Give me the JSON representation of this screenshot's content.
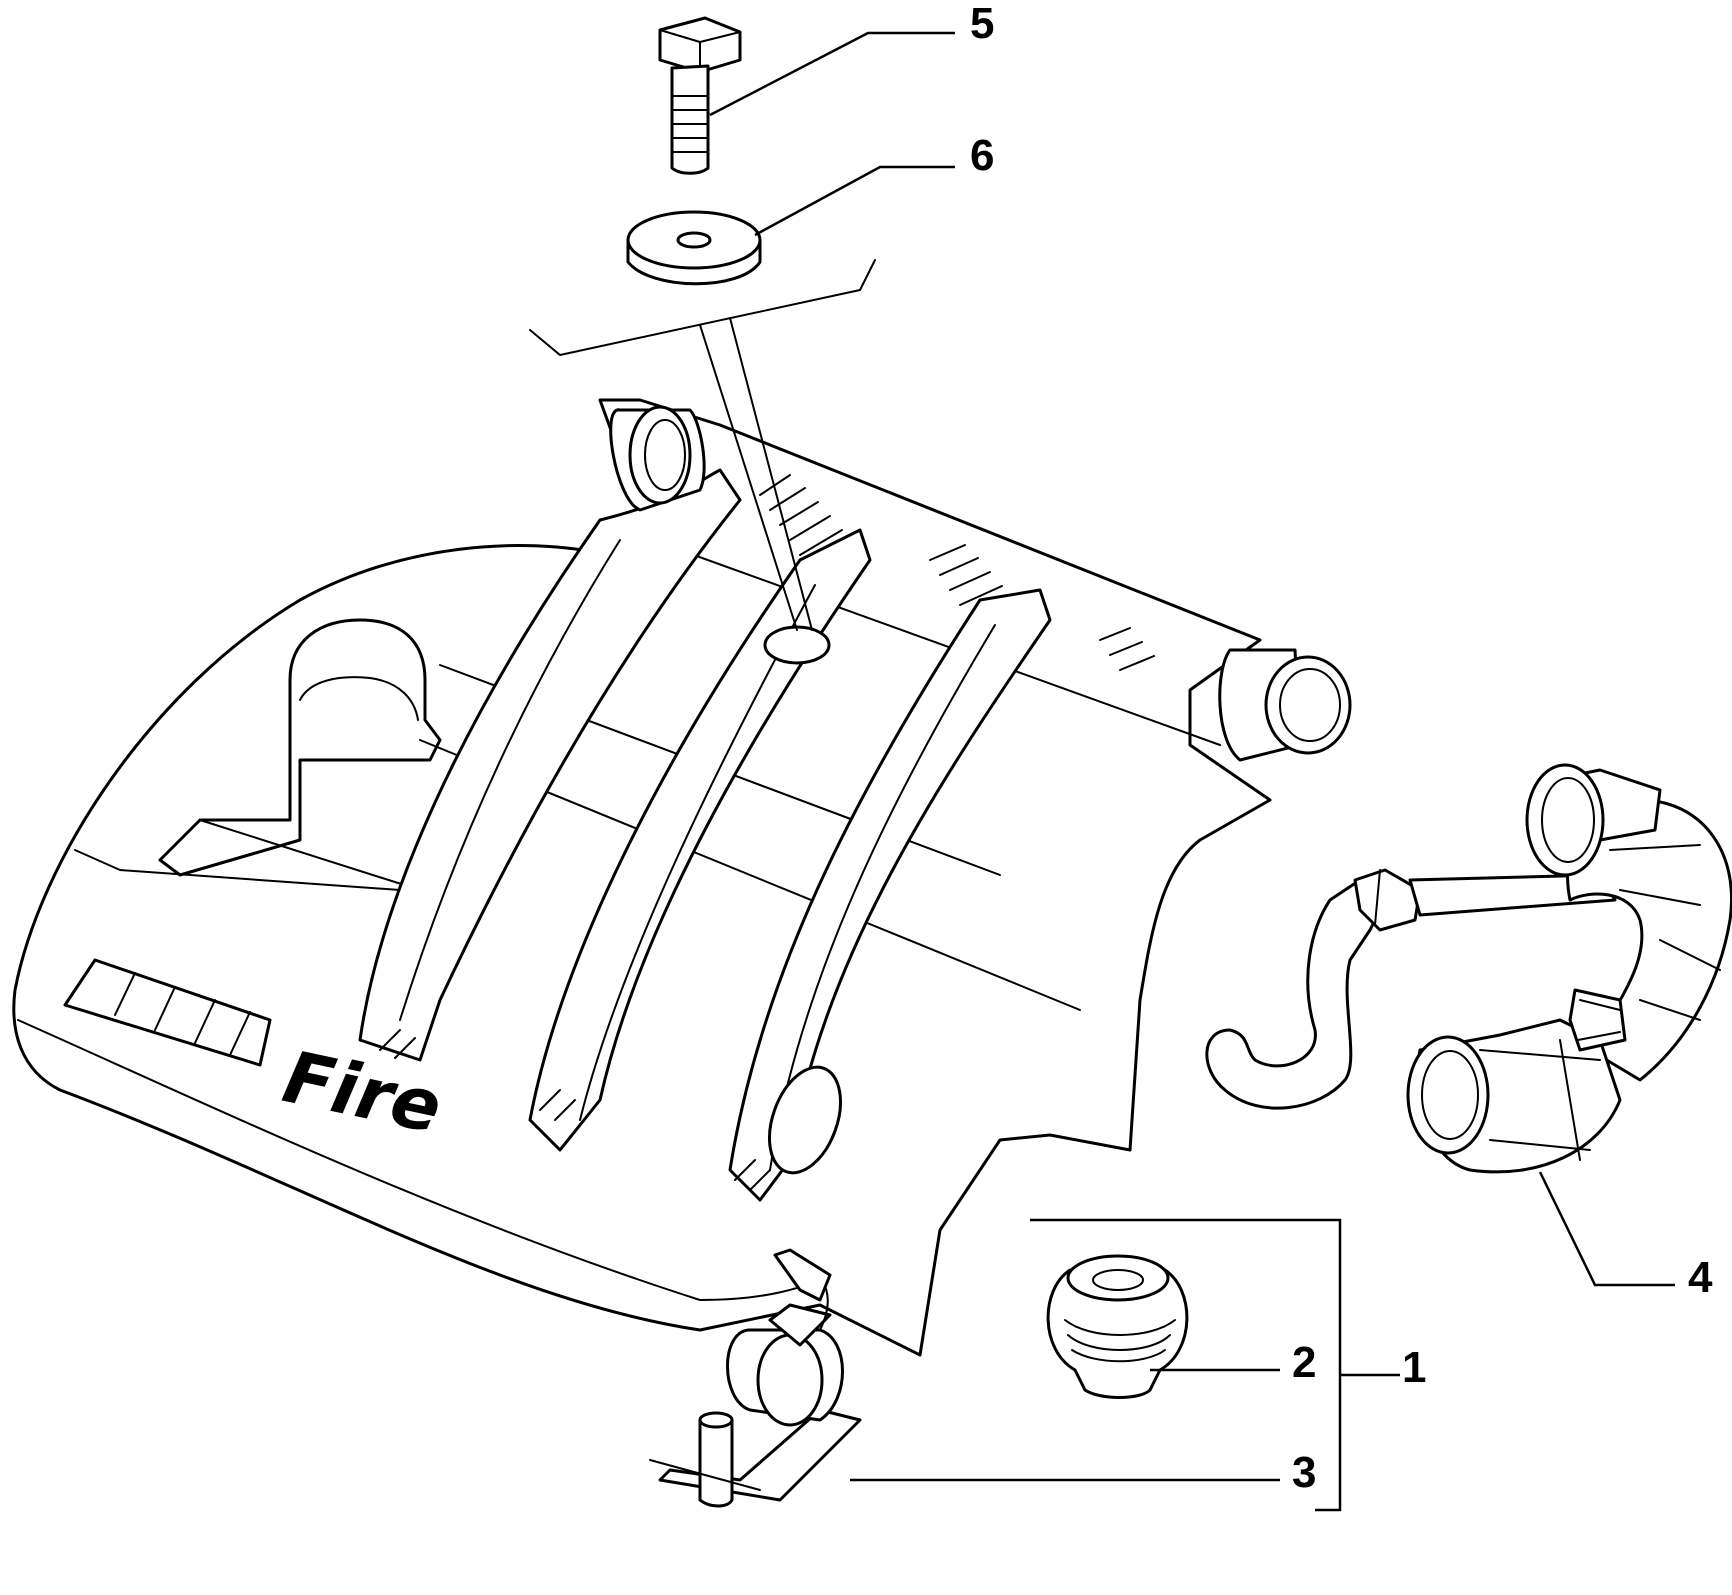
{
  "diagram": {
    "cover_brand_text": "Fire",
    "callouts": [
      {
        "id": "1",
        "label": "1",
        "part": "engine-cover"
      },
      {
        "id": "2",
        "label": "2",
        "part": "rubber-grommet"
      },
      {
        "id": "3",
        "label": "3",
        "part": "hose-clip-bracket"
      },
      {
        "id": "4",
        "label": "4",
        "part": "breather-hose"
      },
      {
        "id": "5",
        "label": "5",
        "part": "bolt"
      },
      {
        "id": "6",
        "label": "6",
        "part": "washer"
      }
    ]
  }
}
